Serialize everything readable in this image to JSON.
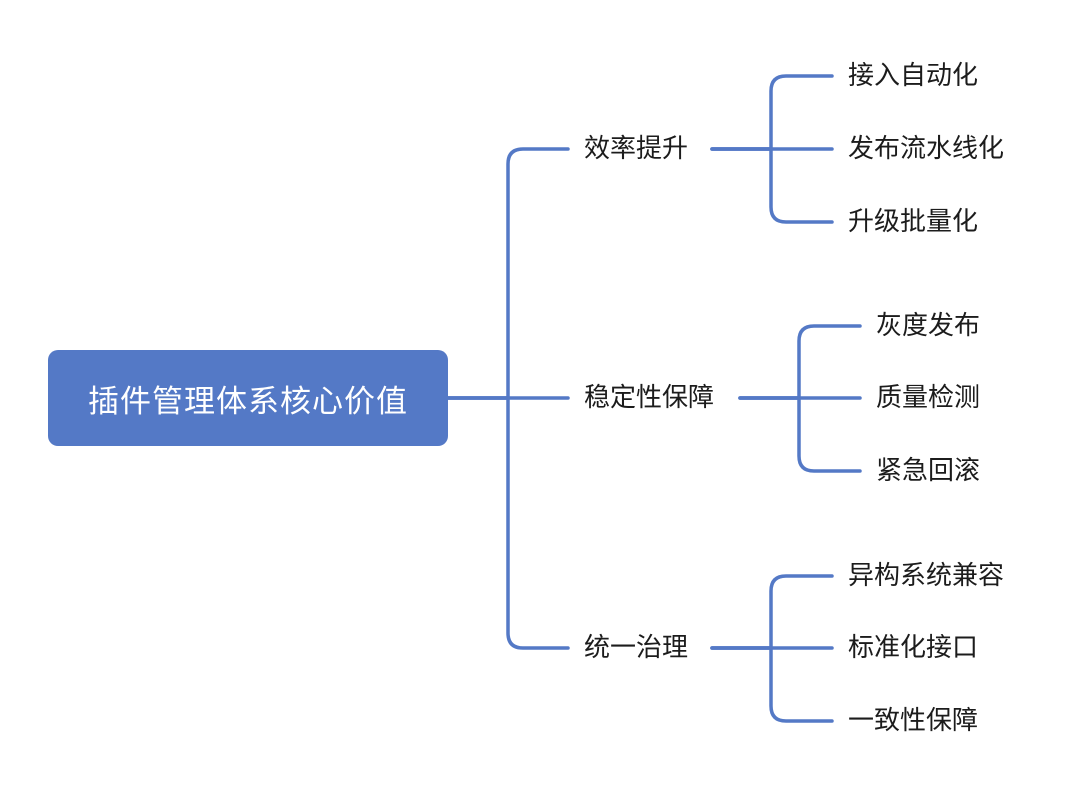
{
  "colors": {
    "accent": "#5479c6",
    "text": "#1c1c1c",
    "root_text": "#ffffff",
    "background": "#ffffff"
  },
  "root": {
    "label": "插件管理体系核心价值"
  },
  "branches": [
    {
      "label": "效率提升",
      "children": [
        "接入自动化",
        "发布流水线化",
        "升级批量化"
      ]
    },
    {
      "label": "稳定性保障",
      "children": [
        "灰度发布",
        "质量检测",
        "紧急回滚"
      ]
    },
    {
      "label": "统一治理",
      "children": [
        "异构系统兼容",
        "标准化接口",
        "一致性保障"
      ]
    }
  ]
}
